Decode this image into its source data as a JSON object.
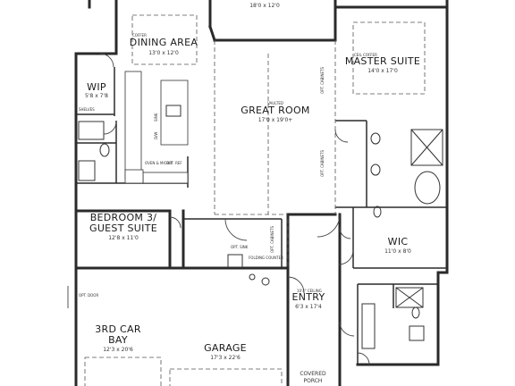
{
  "rooms": {
    "top": {
      "dim": "18'0 x 12'0"
    },
    "dining": {
      "name": "DINING AREA",
      "dim": "13'0 x 12'0",
      "ceiling_note": "COFFER"
    },
    "master": {
      "name": "MASTER SUITE",
      "dim": "14'0 x 17'0",
      "ceiling_note": "CEIL COFFER"
    },
    "great": {
      "name": "GREAT ROOM",
      "dim": "17'0 x 19'0+",
      "ceiling_note": "VAULTED"
    },
    "wip": {
      "name": "WIP",
      "dim": "5'8 x 7'8",
      "shelves": "SHELVES"
    },
    "bedroom": {
      "name_line1": "BEDROOM 3/",
      "name_line2": "GUEST SUITE",
      "dim": "12'8 x 11'0"
    },
    "wic": {
      "name": "WIC",
      "dim": "11'0 x 8'0"
    },
    "entry": {
      "name": "ENTRY",
      "dim": "6'3 x 17'4",
      "ceiling_note": "10'4\" CEILING"
    },
    "third_car": {
      "name_line1": "3RD CAR",
      "name_line2": "BAY",
      "dim": "12'3 x 20'6"
    },
    "garage": {
      "name": "GARAGE",
      "dim": "17'3 x 22'6"
    },
    "porch": {
      "name_line1": "COVERED",
      "name_line2": "PORCH"
    }
  },
  "notes": {
    "opt_cabinets": "OPT. CABINETS",
    "oven_micro": "OVEN &\nMICRO",
    "opt_ref": "OPT. REF",
    "opt_sink": "OPT.\nSINK",
    "folding_counter": "FOLDING\nCOUNTER",
    "opt_door": "OPT.\nDOOR",
    "dw": "D/W",
    "sink": "SINK"
  }
}
